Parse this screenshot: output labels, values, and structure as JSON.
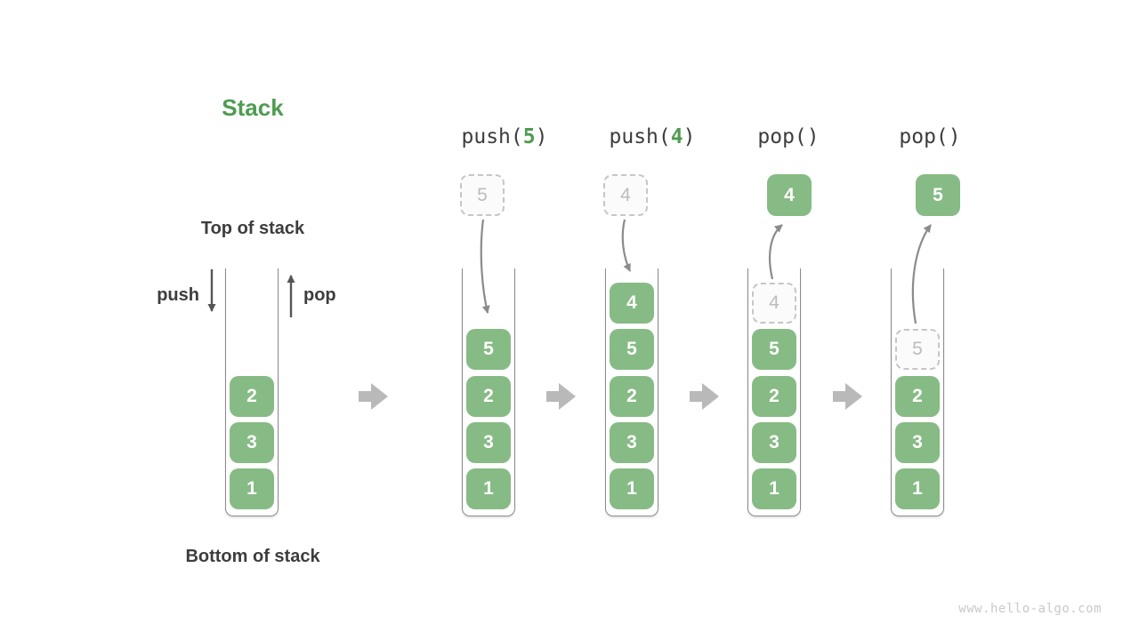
{
  "title": "Stack",
  "legend": {
    "top_of_stack": "Top of stack",
    "bottom_of_stack": "Bottom of stack",
    "push_label": "push",
    "pop_label": "pop"
  },
  "watermark": "www.hello-algo.com",
  "colors": {
    "box_green": "#87bb85",
    "accent_green": "#4e9c50",
    "text_dark": "#3d3d3d",
    "flow_arrow_gray": "#8b8b8b",
    "block_arrow_gray": "#b9b9b9",
    "ghost_border": "#c6c6c6",
    "ghost_text": "#bcbcbc",
    "container_wall": "#8a8a8a"
  },
  "stacks": {
    "initial": {
      "cells": [
        {
          "v": "2"
        },
        {
          "v": "3"
        },
        {
          "v": "1"
        }
      ]
    },
    "push5": {
      "header_pre": "push(",
      "header_arg": "5",
      "header_post": ")",
      "floating": {
        "v": "5",
        "kind": "ghost"
      },
      "cells": [
        {
          "v": "5"
        },
        {
          "v": "2"
        },
        {
          "v": "3"
        },
        {
          "v": "1"
        }
      ]
    },
    "push4": {
      "header_pre": "push(",
      "header_arg": "4",
      "header_post": ")",
      "floating": {
        "v": "4",
        "kind": "ghost"
      },
      "cells": [
        {
          "v": "4"
        },
        {
          "v": "5"
        },
        {
          "v": "2"
        },
        {
          "v": "3"
        },
        {
          "v": "1"
        }
      ]
    },
    "pop1": {
      "header": "pop()",
      "floating": {
        "v": "4",
        "kind": "solid"
      },
      "cells": [
        {
          "v": "4",
          "ghost": true
        },
        {
          "v": "5"
        },
        {
          "v": "2"
        },
        {
          "v": "3"
        },
        {
          "v": "1"
        }
      ]
    },
    "pop2": {
      "header": "pop()",
      "floating": {
        "v": "5",
        "kind": "solid"
      },
      "cells": [
        {
          "v": "5",
          "ghost": true
        },
        {
          "v": "2"
        },
        {
          "v": "3"
        },
        {
          "v": "1"
        }
      ]
    }
  }
}
